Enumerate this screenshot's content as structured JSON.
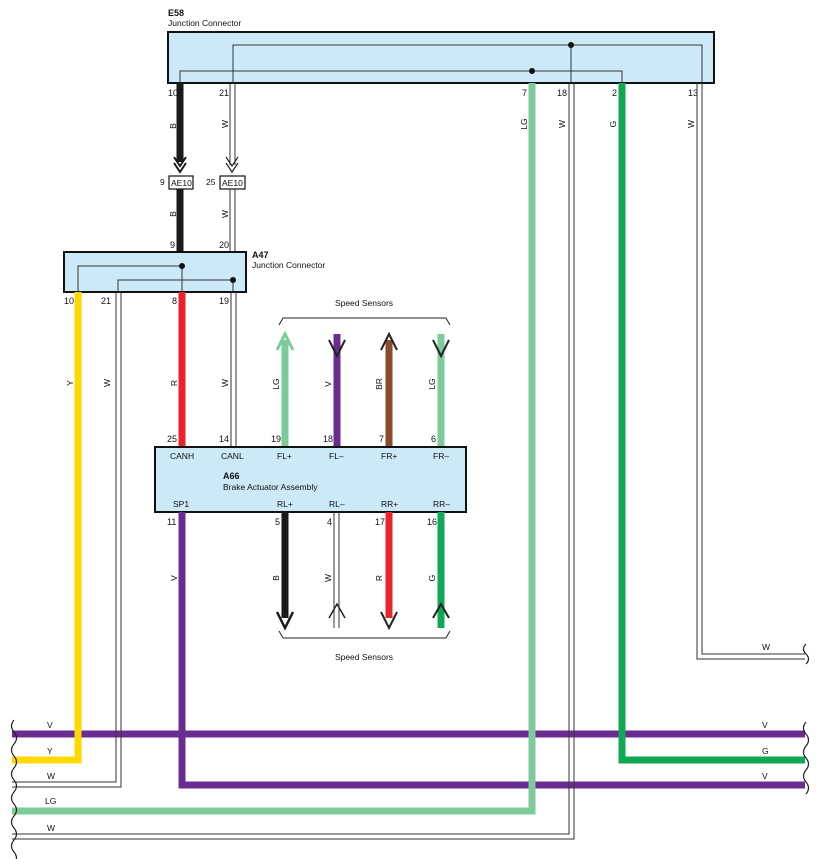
{
  "colors": {
    "black": "#1a1a1a",
    "white_wire": "#444444",
    "light_green": "#7dcb98",
    "green": "#0fa855",
    "red": "#e8232a",
    "violet": "#6a2c91",
    "brown": "#8b4a2b",
    "yellow": "#ffd800",
    "box_fill": "#cce9f7"
  },
  "e58": {
    "id": "E58",
    "name": "Junction Connector",
    "pins": {
      "p10": "10",
      "p21": "21",
      "p7": "7",
      "p18": "18",
      "p2": "2",
      "p13": "13"
    }
  },
  "ae10": {
    "label": "AE10",
    "pin_left": "9",
    "pin_right": "25"
  },
  "a47": {
    "id": "A47",
    "name": "Junction Connector",
    "pins_top": {
      "p9": "9",
      "p20": "20"
    },
    "pins_bottom": {
      "p10": "10",
      "p21": "21",
      "p8": "8",
      "p19": "19"
    }
  },
  "a66": {
    "id": "A66",
    "name": "Brake Actuator Assembly",
    "top_pins": [
      {
        "num": "25",
        "label": "CANH"
      },
      {
        "num": "14",
        "label": "CANL"
      },
      {
        "num": "19",
        "label": "FL+"
      },
      {
        "num": "18",
        "label": "FL–"
      },
      {
        "num": "7",
        "label": "FR+"
      },
      {
        "num": "6",
        "label": "FR–"
      }
    ],
    "bottom_pins": [
      {
        "num": "11",
        "label": "SP1"
      },
      {
        "num": "5",
        "label": "RL+"
      },
      {
        "num": "4",
        "label": "RL–"
      },
      {
        "num": "17",
        "label": "RR+"
      },
      {
        "num": "16",
        "label": "RR–"
      }
    ]
  },
  "speed_sensors_label": "Speed Sensors",
  "wire_colors": {
    "B": "B",
    "W": "W",
    "LG": "LG",
    "G": "G",
    "R": "R",
    "V": "V",
    "BR": "BR",
    "Y": "Y"
  }
}
